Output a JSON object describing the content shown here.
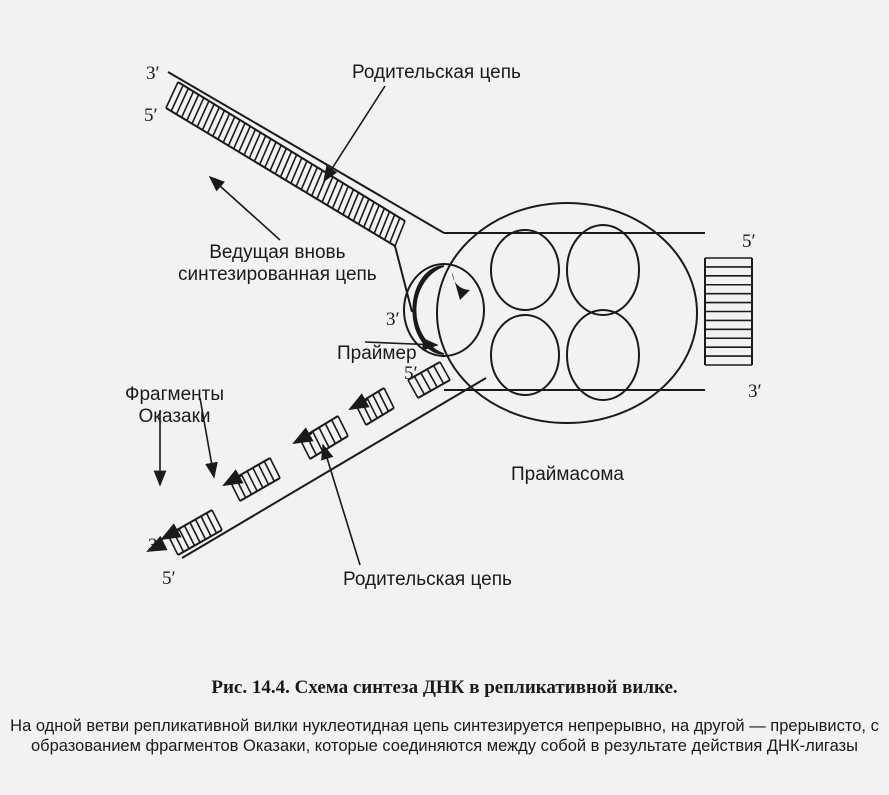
{
  "diagram": {
    "labels": {
      "parent_top": "Родительская цепь",
      "leading": "Ведущая вновь\nсинтезированная цепь",
      "primer": "Праймер",
      "okazaki": "Фрагменты\nОказаки",
      "primasome": "Праймасома",
      "parent_bottom": "Родительская цепь"
    },
    "strand_ends": {
      "top_3": "3′",
      "top_5": "5′",
      "primer_3": "3′",
      "lower_5": "5′",
      "right_5": "5′",
      "right_3": "3′",
      "bottom_3": "3′",
      "bottom_5": "5′"
    }
  },
  "caption": {
    "title": "Рис. 14.4. Схема синтеза ДНК в репликативной вилке.",
    "body": "На одной ветви репликативной вилки нуклеотидная цепь синтезируется непрерывно, на другой — прерывисто, с образованием фрагментов Оказаки, которые соединяются между собой в результате действия ДНК-лигазы"
  }
}
